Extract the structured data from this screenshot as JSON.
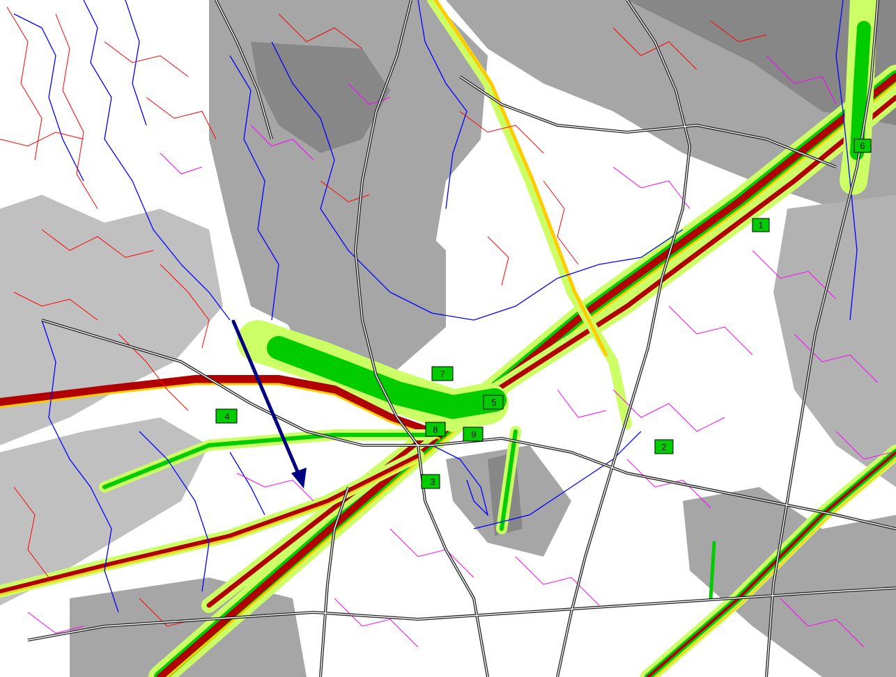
{
  "map": {
    "colors": {
      "background": "#ffffff",
      "gray_light": "#c0c0c0",
      "gray_mid": "#a6a6a6",
      "gray_dark": "#878787",
      "band_light": "#ccff66",
      "band_green": "#00cc00",
      "band_red": "#b00000",
      "band_yellow": "#ffcc00",
      "streams": "#0000ff",
      "roads_red": "#ff0000",
      "roads_magenta": "#ff00ff",
      "highway": "#222222",
      "arrow": "#000080",
      "label_fill": "#00cc00"
    },
    "labels": [
      {
        "id": "1",
        "text": "1"
      },
      {
        "id": "2",
        "text": "2"
      },
      {
        "id": "3",
        "text": "3"
      },
      {
        "id": "4",
        "text": "4"
      },
      {
        "id": "5",
        "text": "5"
      },
      {
        "id": "6",
        "text": "6"
      },
      {
        "id": "7",
        "text": "7"
      },
      {
        "id": "8",
        "text": "8"
      },
      {
        "id": "9",
        "text": "9"
      }
    ]
  }
}
